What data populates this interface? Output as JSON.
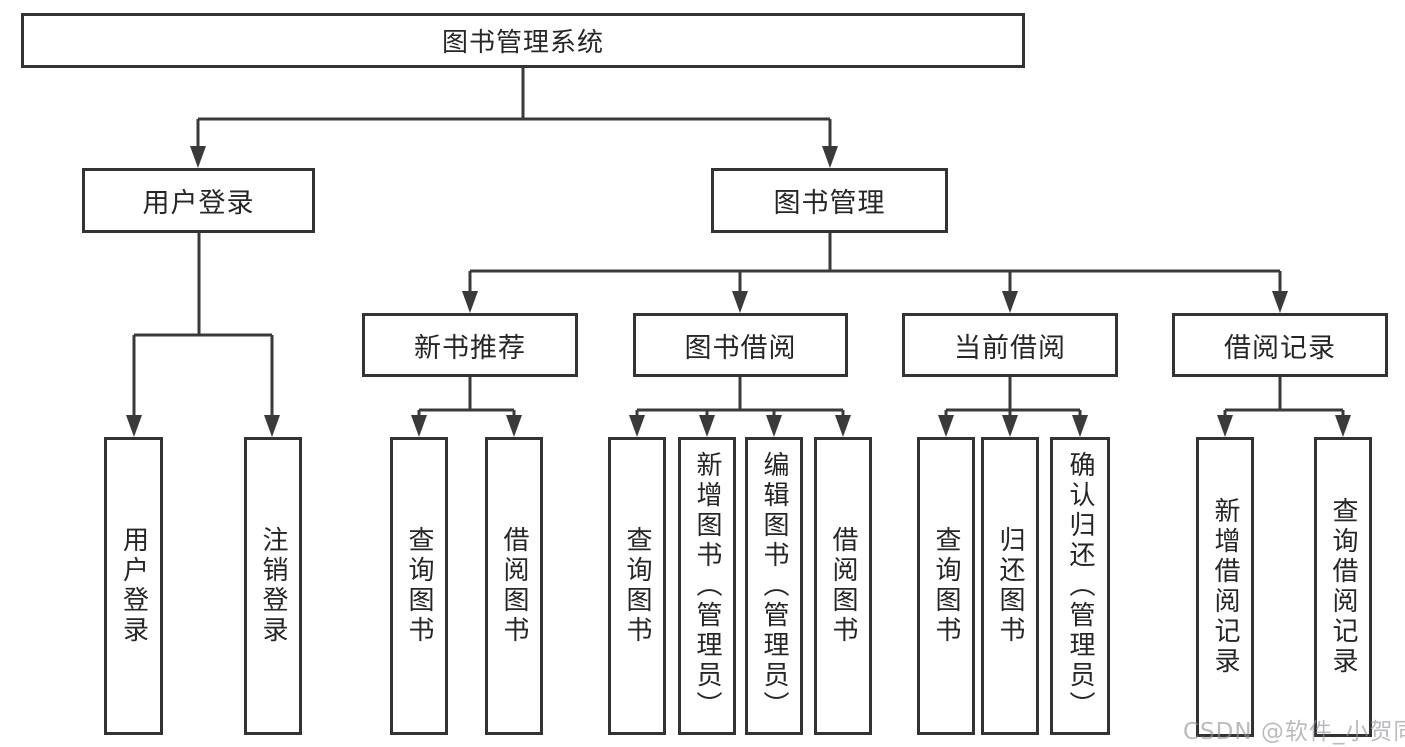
{
  "colors": {
    "line": "#3a3a3a",
    "box_border": "#333333",
    "text": "#262626",
    "watermark": "#8f9398",
    "background": "#ffffff"
  },
  "diagram": {
    "root": {
      "label": "图书管理系统"
    },
    "level2": [
      {
        "label": "用户登录",
        "children": [
          "用户登录",
          "注销登录"
        ]
      },
      {
        "label": "图书管理",
        "children": [
          "新书推荐",
          "图书借阅",
          "当前借阅",
          "借阅记录"
        ]
      }
    ],
    "level3": [
      {
        "label": "新书推荐",
        "children": [
          "查询图书",
          "借阅图书"
        ]
      },
      {
        "label": "图书借阅",
        "children": [
          "查询图书",
          "新增图书（管理员）",
          "编辑图书（管理员）",
          "借阅图书"
        ]
      },
      {
        "label": "当前借阅",
        "children": [
          "查询图书",
          "归还图书",
          "确认归还（管理员）"
        ]
      },
      {
        "label": "借阅记录",
        "children": [
          "新增借阅记录",
          "查询借阅记录"
        ]
      }
    ],
    "watermark": "CSDN @软件_小贺同学"
  }
}
